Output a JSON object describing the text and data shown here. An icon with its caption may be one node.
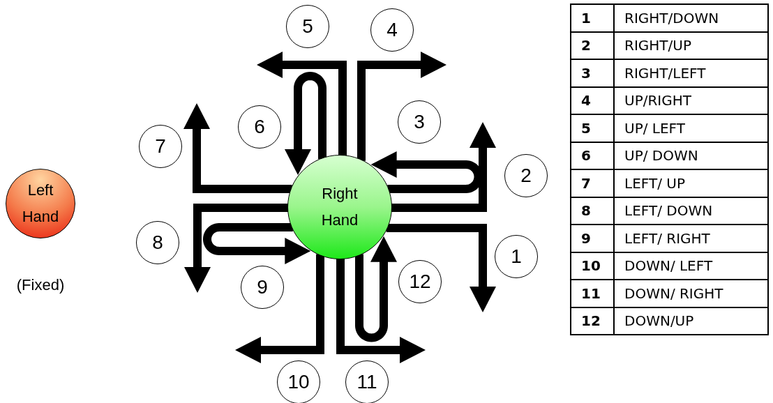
{
  "diagram": {
    "nodes": [
      {
        "text": [
          "Left Hand"
        ],
        "beside": [
          "(Fixed)"
        ]
      },
      {
        "text": [
          "Right Hand"
        ]
      }
    ],
    "edges": [
      {
        "from": 1,
        "to": null,
        "arrow": "to"
      },
      {
        "from": 1,
        "to": null,
        "arrow": "to"
      },
      {
        "from": 1,
        "to": 1,
        "arrow": "to"
      },
      {
        "from": 1,
        "to": null,
        "arrow": "to"
      },
      {
        "from": 1,
        "to": null,
        "arrow": "to"
      },
      {
        "from": 1,
        "to": 1,
        "arrow": "to"
      },
      {
        "from": 1,
        "to": null,
        "arrow": "to"
      },
      {
        "from": 1,
        "to": null,
        "arrow": "to"
      },
      {
        "from": 1,
        "to": 1,
        "arrow": "to"
      },
      {
        "from": 1,
        "to": null,
        "arrow": "to"
      },
      {
        "from": 1,
        "to": null,
        "arrow": "to"
      },
      {
        "from": 1,
        "to": 1,
        "arrow": "to"
      }
    ],
    "labels": [
      "5",
      "4",
      "6",
      "3",
      "7",
      "2",
      "8",
      "1",
      "9",
      "12",
      "10",
      "11",
      "1",
      "RIGHT/DOWN",
      "2",
      "RIGHT/UP",
      "3",
      "RIGHT/LEFT",
      "4",
      "UP/RIGHT",
      "5",
      "UP/ LEFT",
      "6",
      "UP/ DOWN",
      "7",
      "LEFT/ UP",
      "8",
      "LEFT/ DOWN",
      "9",
      "LEFT/ RIGHT",
      "10",
      "DOWN/ LEFT",
      "11",
      "DOWN/ RIGHT",
      "12",
      "DOWN/UP"
    ]
  }
}
